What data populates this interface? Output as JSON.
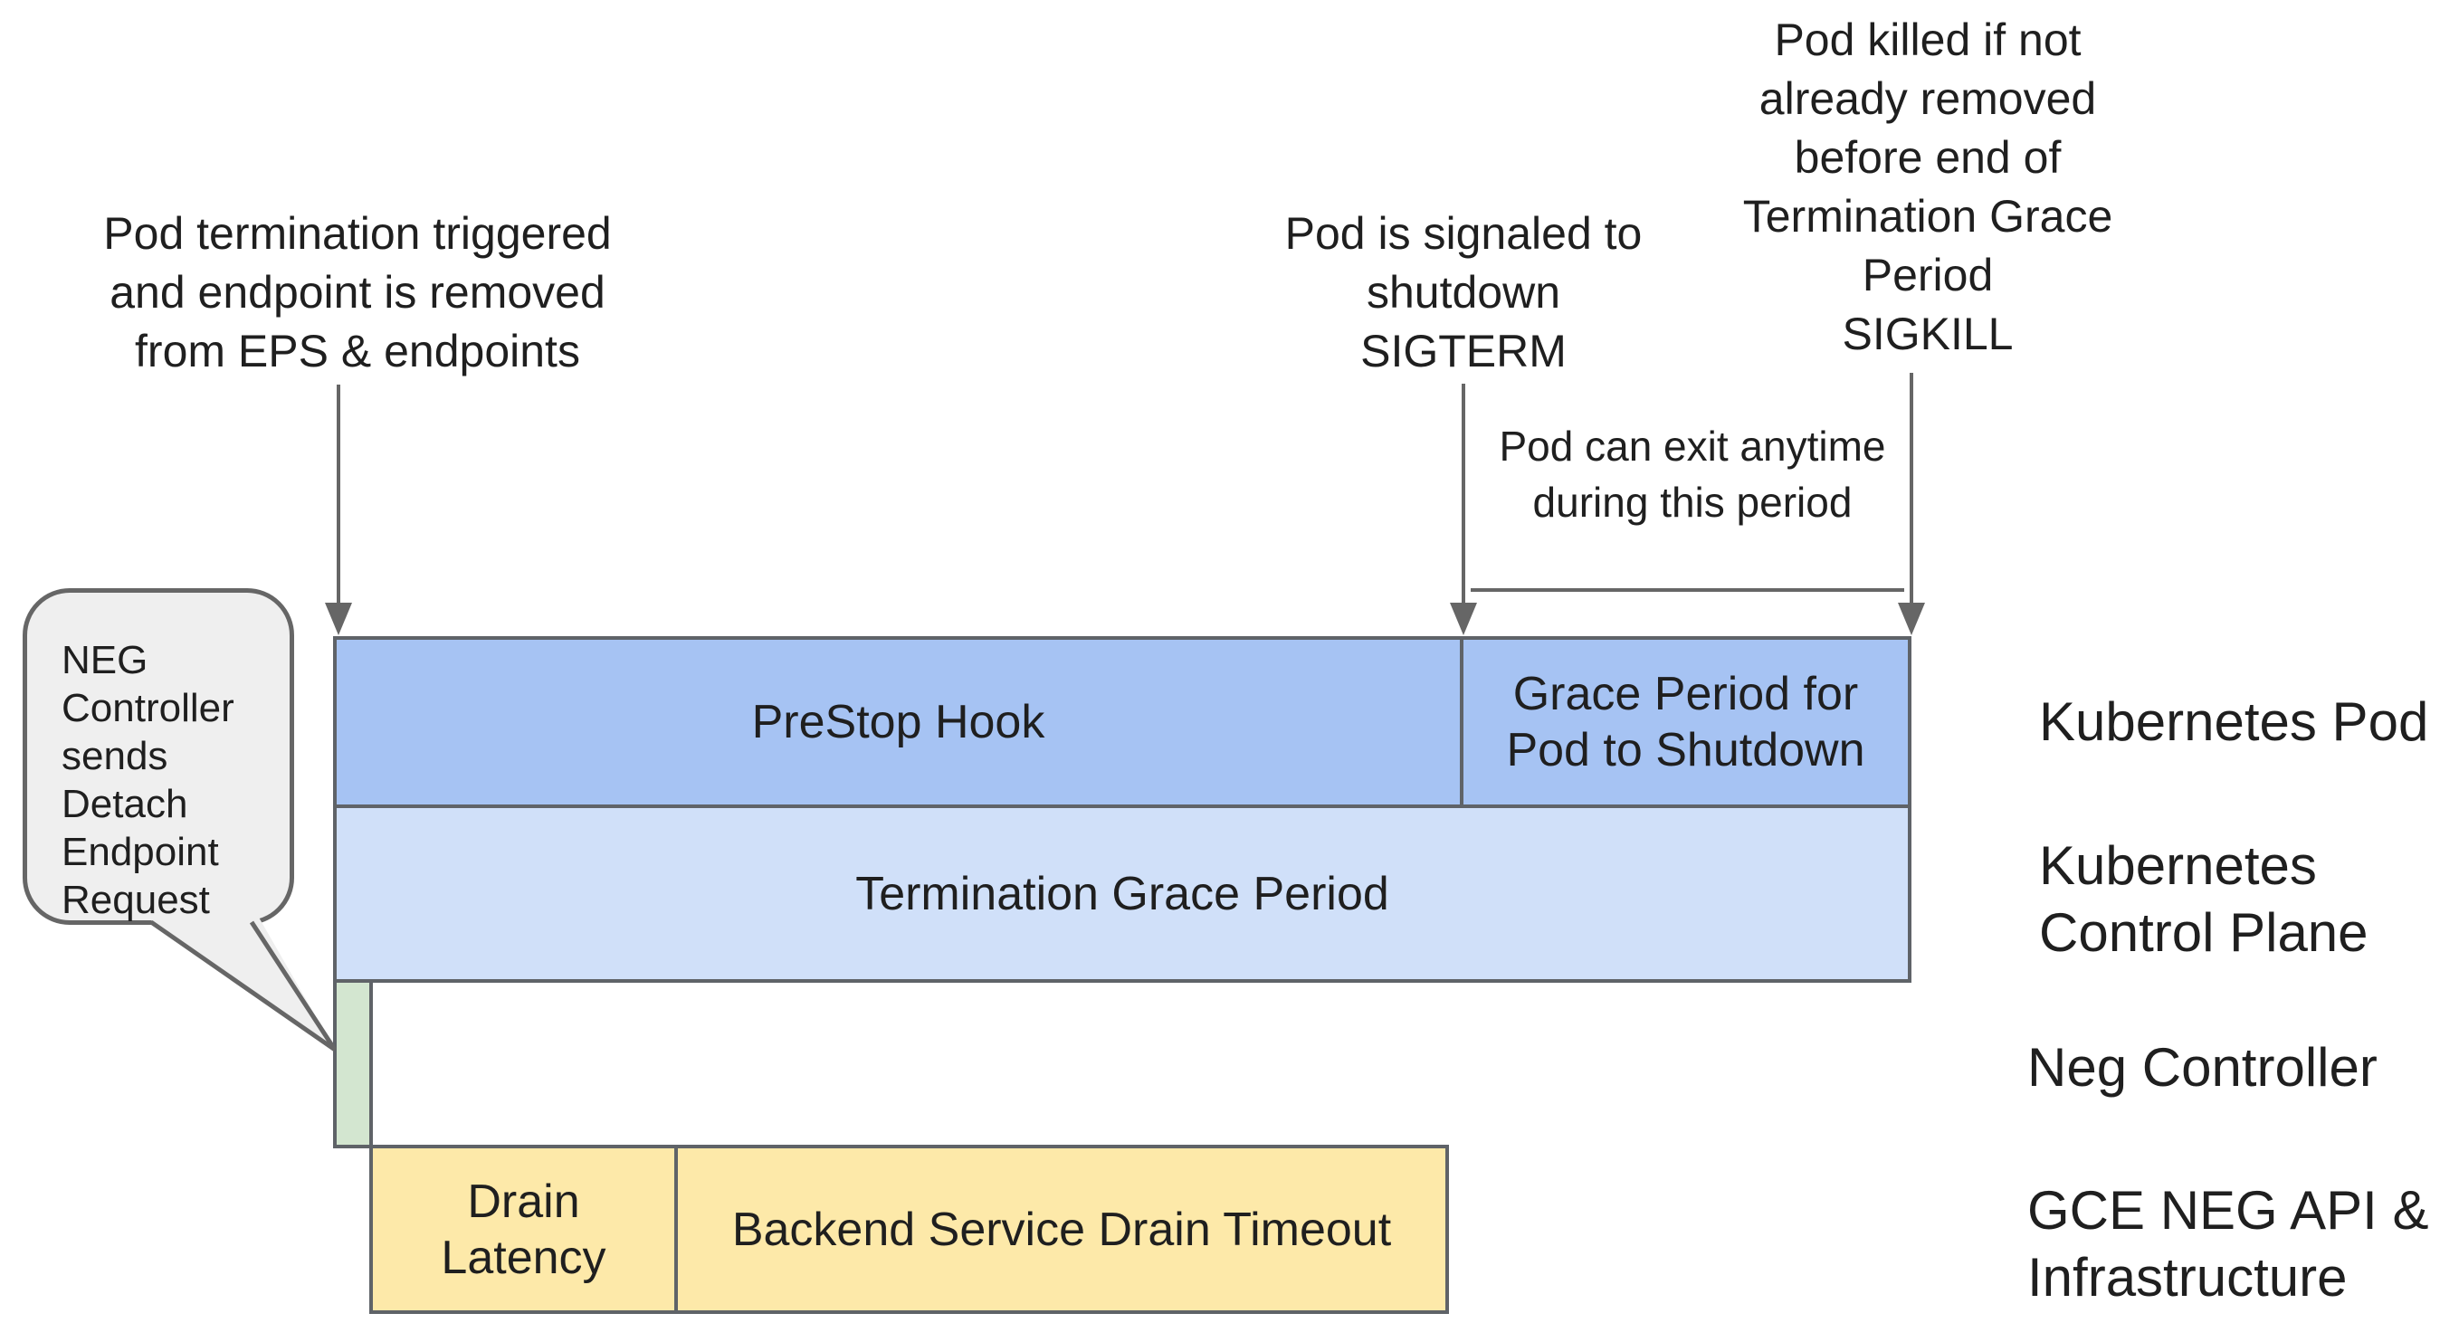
{
  "colors": {
    "bar_blue": "#a6c3f3",
    "bar_light_blue": "#d0e0f9",
    "bar_green": "#d3e6d0",
    "bar_yellow": "#fde9a9",
    "border": "#5f6368",
    "line": "#666666",
    "bubble_fill": "#efefef",
    "text": "#1f1f1f",
    "background": "#ffffff"
  },
  "annotations": {
    "pod_termination": "Pod termination triggered\nand endpoint is removed\nfrom EPS & endpoints",
    "sigterm": "Pod is signaled to\nshutdown\nSIGTERM",
    "sigkill": "Pod killed if not\nalready removed\nbefore end of\nTermination Grace\nPeriod\nSIGKILL",
    "exit_note": "Pod can exit anytime\nduring this period",
    "neg_callout": "NEG\nController\nsends\nDetach\nEndpoint\nRequest"
  },
  "bars": {
    "prestop": "PreStop Hook",
    "grace_period": "Grace Period for\nPod to Shutdown",
    "termination_grace": "Termination Grace Period",
    "drain_latency": "Drain\nLatency",
    "backend_drain": "Backend Service Drain Timeout"
  },
  "rows": [
    {
      "label": "Kubernetes Pod"
    },
    {
      "label": "Kubernetes\nControl Plane"
    },
    {
      "label": "Neg Controller"
    },
    {
      "label": "GCE NEG API &\nInfrastructure"
    }
  ]
}
